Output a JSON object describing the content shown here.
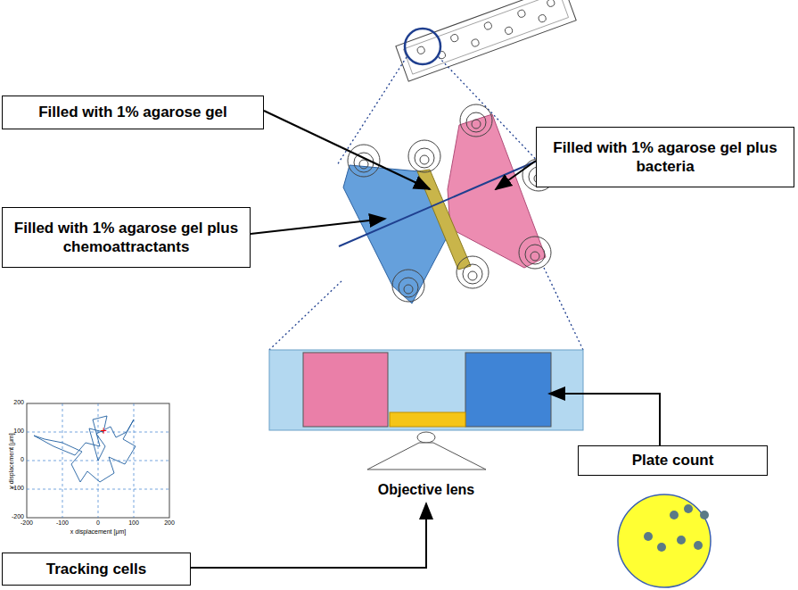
{
  "diagram": {
    "nodes": [
      {
        "text": [
          "Filled with 1% agarose gel"
        ]
      },
      {
        "text": [
          "Filled with 1% agarose gel plus bacteria"
        ]
      },
      {
        "text": [
          "Filled with 1% agarose gel plus chemoattractants"
        ]
      },
      {
        "text": [
          "Plate count"
        ]
      },
      {
        "text": [
          "Tracking cells"
        ]
      }
    ],
    "edges": [],
    "labels": [
      "Objective lens",
      "y displacement [μm]",
      "x displacement [μm]",
      "200",
      "100",
      "0",
      "-100",
      "-200",
      "-200",
      "-100",
      "0",
      "100",
      "200"
    ]
  }
}
